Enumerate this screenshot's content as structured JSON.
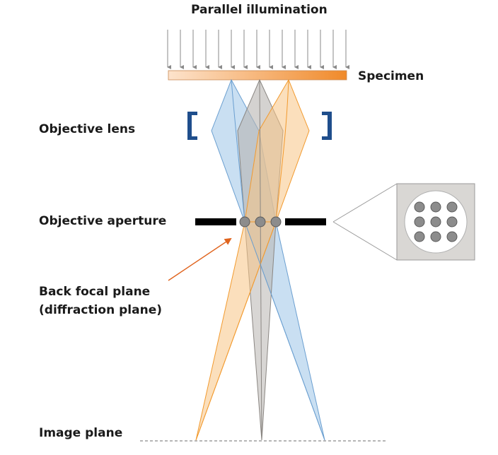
{
  "labels": {
    "title": "Parallel illumination",
    "specimen": "Specimen",
    "objective_lens": "Objective lens",
    "objective_aperture": "Objective aperture",
    "back_focal_plane_line1": "Back focal plane",
    "back_focal_plane_line2": "(diffraction plane)",
    "image_plane": "Image plane"
  },
  "colors": {
    "blue_beam": "#9cc4e8",
    "blue_edge": "#6b9fd0",
    "gray_beam": "#b8b4b0",
    "gray_edge": "#8a8682",
    "orange_beam": "#f8c585",
    "orange_edge": "#f29a2e",
    "lens": "#1f4e8c",
    "aperture": "#000000",
    "arrow": "#e0641e",
    "specimen_light": "#fde3cc",
    "specimen_dark": "#f08a2a"
  },
  "inset": {
    "dot_rows": 3,
    "dot_cols": 3
  }
}
